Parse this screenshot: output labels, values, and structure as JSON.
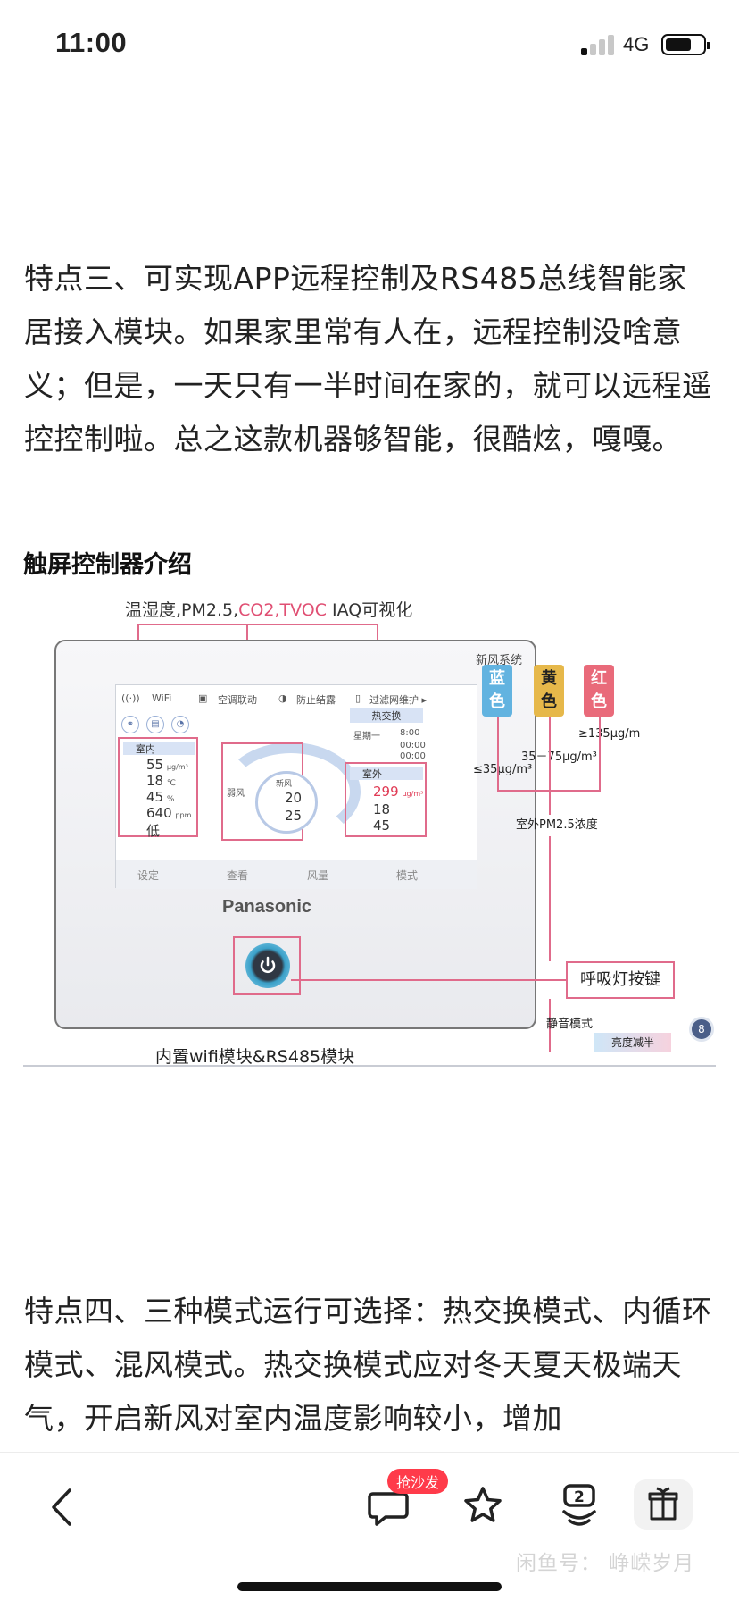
{
  "status_bar": {
    "time": "11:00",
    "network": "4G"
  },
  "article": {
    "paragraph1": "特点三、可实现APP远程控制及RS485总线智能家居接入模块。如果家里常有人在，远程控制没啥意义；但是，一天只有一半时间在家的，就可以远程遥控控制啦。总之这款机器够智能，很酷炫，嘎嘎。",
    "paragraph2": "特点四、三种模式运行可选择：热交换模式、内循环模式、混风模式。热交换模式应对冬天夏天极端天气，开启新风对室内温度影响较小，增加"
  },
  "figure": {
    "title": "触屏控制器介绍",
    "subtitle_a": "温湿度,PM2.5,",
    "subtitle_b": "CO2,TVOC",
    "subtitle_c": " IAQ可视化",
    "panel_tag": "新风系统",
    "screen": {
      "wifi": "WiFi",
      "ac_link": "空调联动",
      "anti_dew": "防止结露",
      "filter": "过滤网维护 ▸",
      "indoor": "室内",
      "indoor_pm": "55",
      "indoor_pm_unit": "μg/m³",
      "indoor_temp": "18",
      "indoor_temp_unit": "℃",
      "indoor_hum": "45",
      "indoor_hum_unit": "%",
      "indoor_co2": "640",
      "indoor_co2_unit": "ppm",
      "indoor_tvoc": "低",
      "center_label": "新风",
      "center_side": "弱风",
      "center_pm": "20",
      "center_temp": "25",
      "heat_exchange": "热交换",
      "schedule_day": "星期一",
      "schedule_time": "8:00",
      "timer1": "00:00",
      "timer2": "00:00",
      "outdoor": "室外",
      "outdoor_pm": "299",
      "outdoor_pm_unit": "μg/m³",
      "outdoor_temp": "18",
      "outdoor_hum": "45",
      "nav_settings": "设定",
      "nav_view": "查看",
      "nav_fan": "风量",
      "nav_mode": "模式"
    },
    "brand": "Panasonic",
    "bottom_caption": "内置wifi模块&RS485模块",
    "colors": {
      "blue_label": "蓝色",
      "yellow_label": "黄色",
      "red_label": "红色",
      "blue": "#62b3e0",
      "yellow": "#e6b84a",
      "red": "#e96a7a"
    },
    "thresholds": {
      "low": "≤35μg/m³",
      "mid": "35－75μg/m³",
      "high": "≥135μg/m"
    },
    "outdoor_pm_label": "室外PM2.5浓度",
    "breath_button": "呼吸灯按键",
    "quiet_mode": "静音模式",
    "brightness_half": "亮度减半",
    "page_number": "8"
  },
  "bottom_bar": {
    "sofa_badge": "抢沙发",
    "share_count": "2",
    "watermark": "闲鱼号：  峥嵘岁月"
  }
}
